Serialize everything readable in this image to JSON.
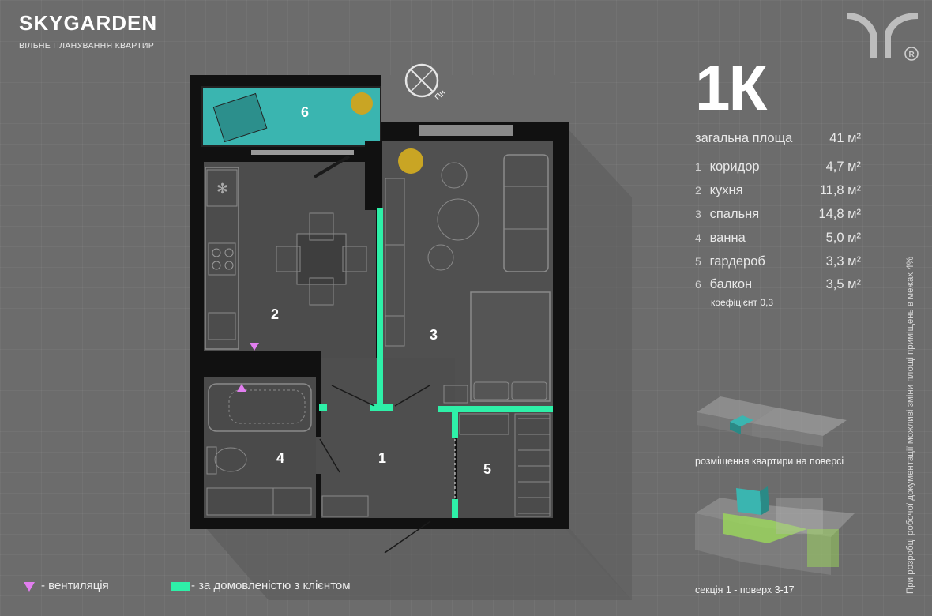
{
  "header": {
    "brand": "SKYGARDEN",
    "subtitle": "ВІЛЬНЕ ПЛАНУВАННЯ КВАРТИР"
  },
  "apartment": {
    "type": "1К",
    "total_label": "загальна площа",
    "total_value": "41 м²",
    "rooms": [
      {
        "num": "1",
        "name": "коридор",
        "area": "4,7 м²"
      },
      {
        "num": "2",
        "name": "кухня",
        "area": "11,8 м²"
      },
      {
        "num": "3",
        "name": "спальня",
        "area": "14,8 м²"
      },
      {
        "num": "4",
        "name": "ванна",
        "area": "5,0 м²"
      },
      {
        "num": "5",
        "name": "гардероб",
        "area": "3,3 м²"
      },
      {
        "num": "6",
        "name": "балкон",
        "area": "3,5 м²"
      }
    ],
    "coefficient": "коефіцієнт 0,3"
  },
  "plan": {
    "compass_label": "Пн",
    "room_labels": [
      "1",
      "2",
      "3",
      "4",
      "5",
      "6"
    ]
  },
  "floor_location_caption": "розміщення квартири на поверсі",
  "section_caption": "секція 1 - поверх 3-17",
  "legend": {
    "ventilation": "- вентиляція",
    "optional_wall": "- за домовленістю з клієнтом"
  },
  "side_note": "При розробці робочої документації можливі зміни площі приміщень в межах 4%",
  "colors": {
    "background": "#6c6c6c",
    "wall": "#101010",
    "floor": "#4a4a4a",
    "accent_green": "#2ef0a8",
    "balcony": "#3ab5b0",
    "ventilation": "#e27ef0",
    "highlight_green": "#9bd85a"
  }
}
